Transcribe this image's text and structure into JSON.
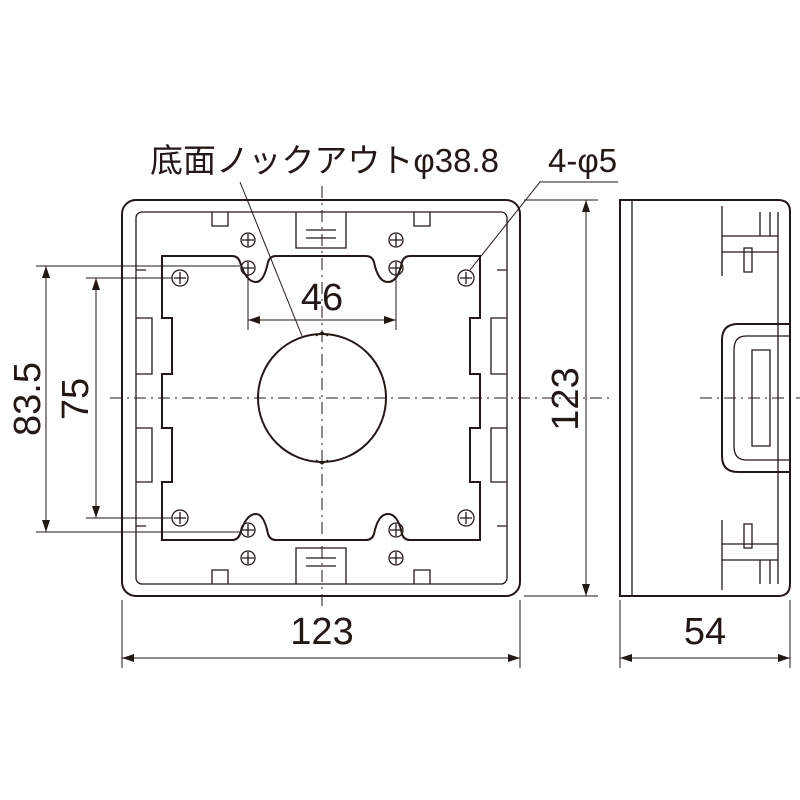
{
  "labels": {
    "knockout_note": "底面ノックアウトφ38.8",
    "hole_note": "4-φ5",
    "dim_center_pitch": "46",
    "dim_height_outer": "83.5",
    "dim_height_inner": "75",
    "dim_side_height": "123",
    "dim_width": "123",
    "dim_depth": "54"
  },
  "colors": {
    "line": "#231815",
    "background": "#ffffff"
  }
}
